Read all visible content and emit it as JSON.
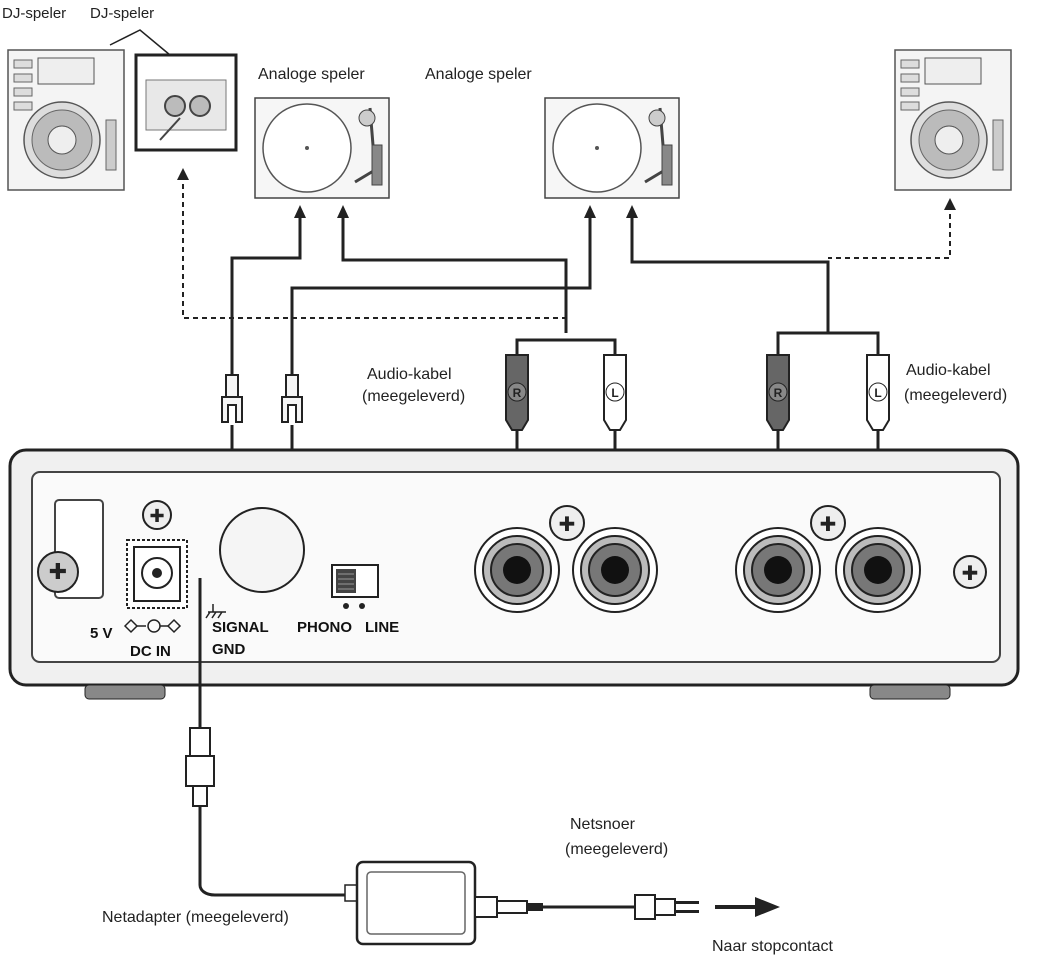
{
  "labels": {
    "dj_player_left": "DJ-speler",
    "dj_player_right": "DJ-speler",
    "analog_player_left": "Analoge speler",
    "analog_player_right": "Analoge speler",
    "audio_cable_left_line1": "Audio-kabel",
    "audio_cable_left_line2": "(meegeleverd)",
    "audio_cable_right_line1": "Audio-kabel",
    "audio_cable_right_line2": "(meegeleverd)",
    "power_cord_line1": "Netsnoer",
    "power_cord_line2": "(meegeleverd)",
    "power_adapter": "Netadapter (meegeleverd)",
    "to_outlet": "Naar stopcontact"
  },
  "panel": {
    "dc_voltage": "5 V",
    "dc_in": "DC IN",
    "signal": "SIGNAL",
    "gnd": "GND",
    "phono": "PHONO",
    "line": "LINE"
  },
  "plugs": {
    "right": "R",
    "left": "L"
  }
}
